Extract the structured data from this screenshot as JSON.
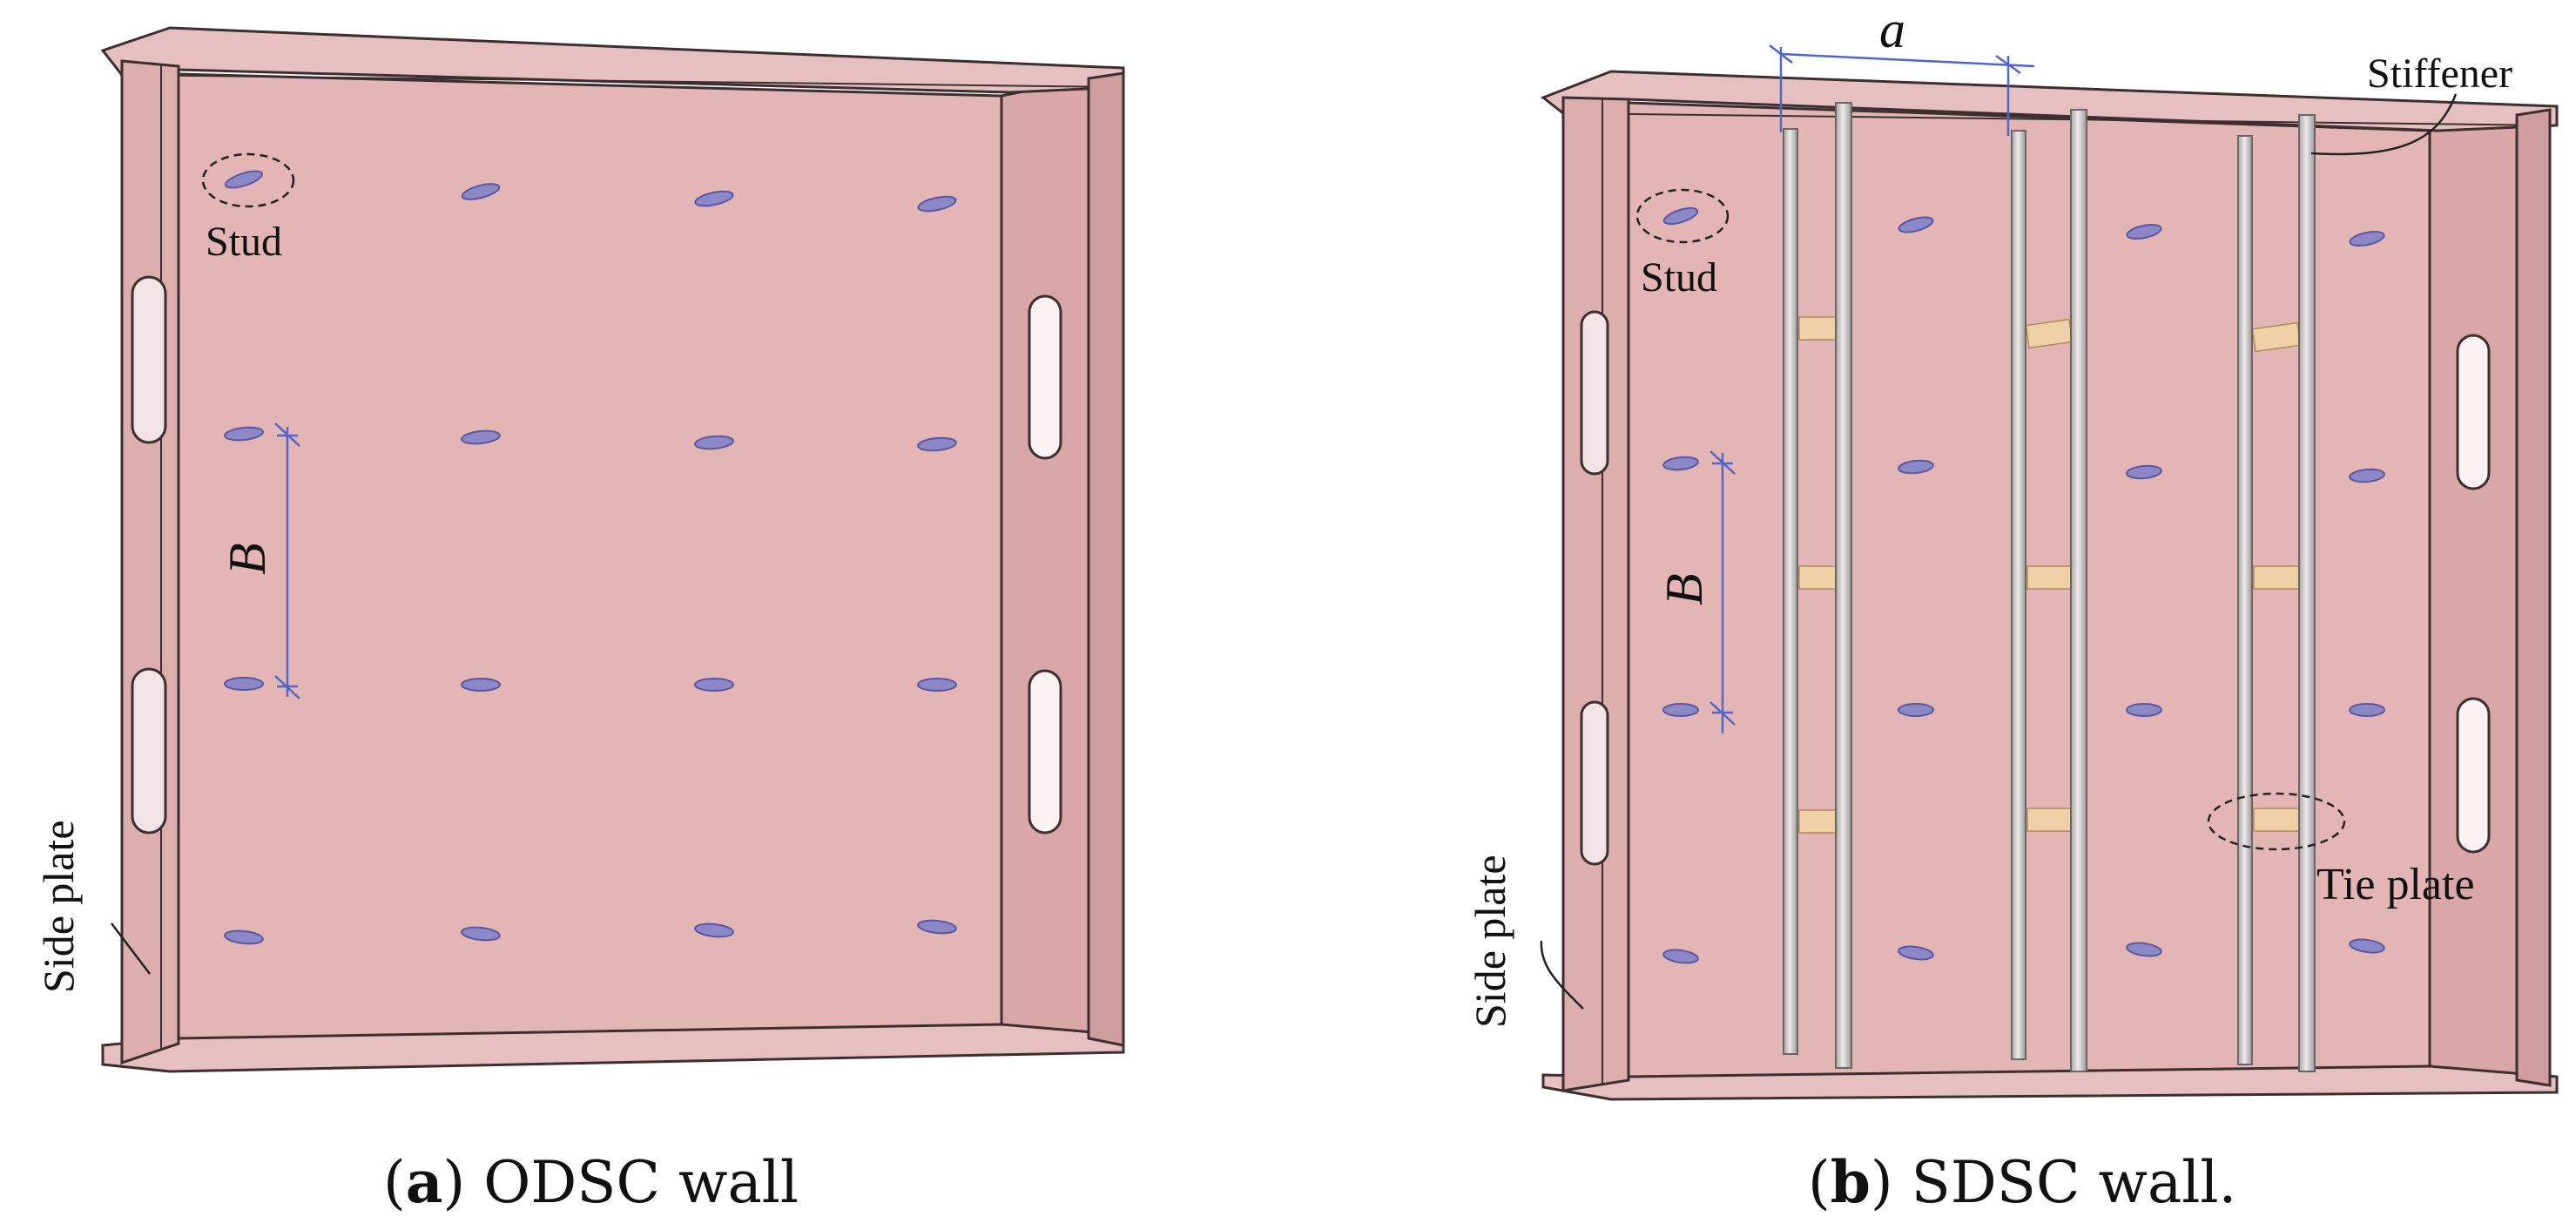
{
  "panel_a": {
    "labels": {
      "stud": "Stud",
      "side_plate": "Side plate",
      "spacing_b": "B"
    },
    "caption": {
      "letter": "a",
      "text": "ODSC wall"
    }
  },
  "panel_b": {
    "labels": {
      "spacing_a": "a",
      "stiffener": "Stiffener",
      "stud": "Stud",
      "spacing_b": "B",
      "tie_plate": "Tie plate",
      "side_plate": "Side plate"
    },
    "caption": {
      "letter": "b",
      "text": "SDSC wall."
    }
  },
  "colors": {
    "plate_face": "#e3b5b5",
    "plate_edge": "#3d2f2f",
    "side_wall": "#d9a7a7",
    "stud": "#8c88c8",
    "dimension": "#4f68c8",
    "tie_plate": "#f0d0a6",
    "stiffener": "#c7c3c3"
  }
}
